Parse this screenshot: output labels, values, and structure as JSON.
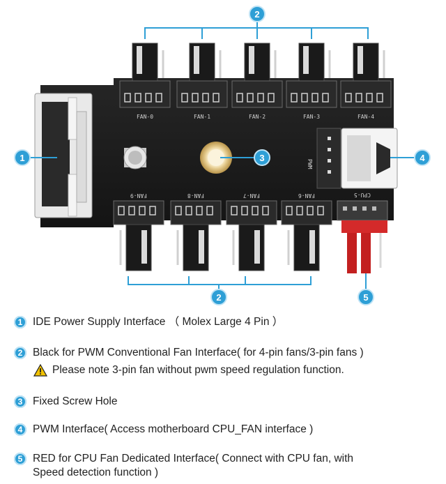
{
  "callouts": {
    "c1": "1",
    "c2_top": "2",
    "c2_bottom": "2",
    "c3": "3",
    "c4": "4",
    "c5": "5"
  },
  "board": {
    "top_fans": [
      "FAN-0",
      "FAN-1",
      "FAN-2",
      "FAN-3",
      "FAN-4"
    ],
    "bottom_fans": [
      "FAN-9",
      "FAN-8",
      "FAN-7",
      "FAN-6"
    ],
    "cpu_label": "CPU-5",
    "pwm_label": "PWM"
  },
  "legend": [
    {
      "num": "1",
      "text": "IDE Power Supply Interface （ Molex Large 4 Pin ）"
    },
    {
      "num": "2",
      "text": "Black for PWM Conventional Fan Interface( for 4-pin fans/3-pin fans )"
    },
    {
      "num": "3",
      "text": "Fixed Screw Hole"
    },
    {
      "num": "4",
      "text": "PWM Interface( Access motherboard CPU_FAN interface )"
    },
    {
      "num": "5",
      "text": "RED for CPU Fan Dedicated Interface( Connect with CPU fan, with\nSpeed detection function )"
    }
  ],
  "warning": {
    "icon": "warning-triangle-icon",
    "text": "Please note 3-pin fan without pwm speed regulation function."
  },
  "colors": {
    "accent": "#2e9fd6",
    "board": "#1c1c1c",
    "red_header": "#d42a2a",
    "warning_yellow": "#f2c200"
  }
}
